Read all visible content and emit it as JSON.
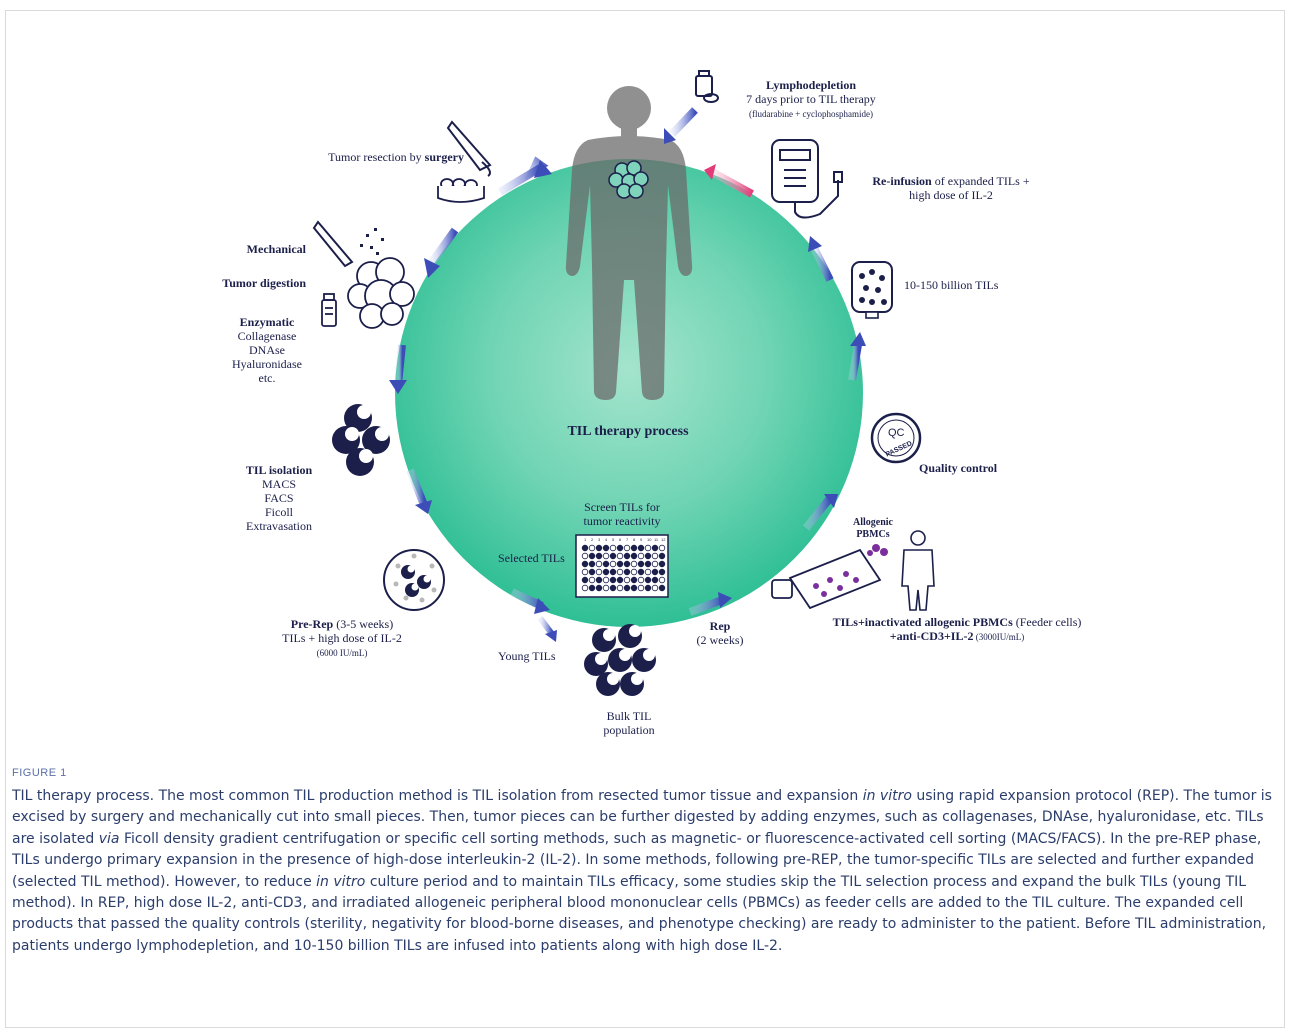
{
  "figure": {
    "center_title": "TIL therapy process",
    "lymphodepletion": {
      "title": "Lymphodepletion",
      "line1": "7 days prior to TIL therapy",
      "line2": "(fludarabine + cyclophosphamide)"
    },
    "surgery": {
      "prefix": "Tumor resection by ",
      "bold": "surgery"
    },
    "mechanical": "Mechanical",
    "tumor_digestion": "Tumor digestion",
    "enzymatic": {
      "title": "Enzymatic",
      "items": [
        "Collagenase",
        "DNAse",
        "Hyaluronidase",
        "etc."
      ]
    },
    "til_isolation": {
      "title": "TIL isolation",
      "items": [
        "MACS",
        "FACS",
        "Ficoll",
        "Extravasation"
      ]
    },
    "pre_rep": {
      "bold": "Pre-Rep",
      "weeks": " (3-5 weeks)",
      "line2": "TILs + high dose of IL-2",
      "line3": "(6000 IU/mL)"
    },
    "young_tils": "Young TILs",
    "bulk_til": {
      "line1": "Bulk TIL",
      "line2": "population"
    },
    "selected_tils": "Selected TILs",
    "screen_tils": {
      "line1": "Screen TILs for",
      "line2": "tumor reactivity"
    },
    "rep": {
      "bold": "Rep",
      "line2": "(2 weeks)"
    },
    "feeder": {
      "bold1": "TILs+inactivated allogenic PBMCs",
      "normal1": " (Feeder cells)",
      "bold2": "+anti-CD3+IL-2",
      "normal2": " (3000IU/mL)"
    },
    "allogenic": {
      "line1": "Allogenic",
      "line2": "PBMCs"
    },
    "quality_control": "Quality control",
    "qc_stamp": {
      "qc": "QC",
      "passed": "PASSED"
    },
    "billion_tils": "10-150 billion TILs",
    "reinfusion": {
      "bold": "Re-infusion",
      "normal": " of expanded TILs +",
      "line2": "high dose of IL-2"
    },
    "plate_cols": [
      "1",
      "2",
      "3",
      "4",
      "5",
      "6",
      "7",
      "8",
      "9",
      "10",
      "11",
      "12"
    ]
  },
  "caption": {
    "label": "FIGURE 1",
    "t1": "TIL therapy process. The most common TIL production method is TIL isolation from resected tumor tissue and expansion ",
    "i1": "in vitro",
    "t2": " using rapid expansion protocol (REP). The tumor is excised by surgery and mechanically cut into small pieces. Then, tumor pieces can be further digested by adding enzymes, such as collagenases, DNAse, hyaluronidase, etc. TILs are isolated ",
    "i2": "via",
    "t3": " Ficoll density gradient centrifugation or specific cell sorting methods, such as magnetic- or fluorescence-activated cell sorting (MACS/FACS). In the pre-REP phase, TILs undergo primary expansion in the presence of high-dose interleukin-2 (IL-2). In some methods, following pre-REP, the tumor-specific TILs are selected and further expanded (selected TIL method). However, to reduce ",
    "i3": "in vitro",
    "t4": " culture period and to maintain TILs efficacy, some studies skip the TIL selection process and expand the bulk TILs (young TIL method). In REP, high dose IL-2, anti-CD3, and irradiated allogeneic peripheral blood mononuclear cells (PBMCs) as feeder cells are added to the TIL culture. The expanded cell products that passed the quality controls (sterility, negativity for blood-borne diseases, and phenotype checking) are ready to administer to the patient. Before TIL administration, patients undergo lymphodepletion, and 10-150 billion TILs are infused into patients along with high dose IL-2."
  },
  "colors": {
    "circle": "#3cc39c",
    "navy": "#1b1f4a",
    "arrow": "#4a5bbf",
    "reinfusion_arrow": "#e8407a",
    "caption": "#2b3d6b",
    "caption_label": "#5b6fa6",
    "pbmc": "#7b2f9c"
  }
}
